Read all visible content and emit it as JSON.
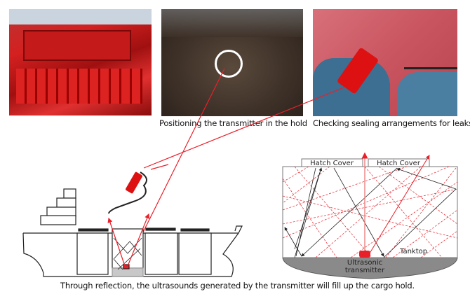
{
  "captions": {
    "hold": "Positioning the transmitter in the hold",
    "sealing": "Checking sealing arrangements for leaks",
    "bottom": "Through reflection, the ultrasounds generated by the transmitter will fill up the cargo hold."
  },
  "diagram": {
    "hatch_cover_left": "Hatch Cover",
    "hatch_cover_right": "Hatch Cover",
    "tanktop": "Tanktop",
    "transmitter_line1": "Ultrasonic",
    "transmitter_line2": "transmitter"
  },
  "colors": {
    "accent_red": "#e8202a",
    "hold_floor": "#8a8a8a"
  }
}
